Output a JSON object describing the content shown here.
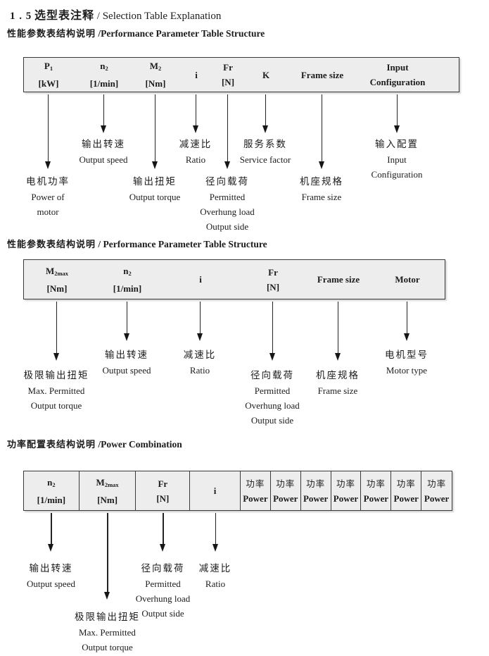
{
  "page": {
    "title": {
      "num": "1 . 5",
      "zh": "选型表注释",
      "sep": " / ",
      "en": "Selection Table Explanation"
    }
  },
  "colors": {
    "table_bg": "#ededed",
    "table_border": "#3a3a3a",
    "text": "#1c1c1c",
    "arrow": "#161616"
  },
  "diagrams": [
    {
      "heading": {
        "zh": "性能参数表结构说明",
        "sep": " /",
        "en": "Performance Parameter Table Structure"
      },
      "columns": [
        {
          "head": [
            {
              "t": "P",
              "sub": "1"
            },
            {
              "t": "[kW]"
            }
          ],
          "note": {
            "level": "long",
            "lines": [
              "电机功率",
              "Power of",
              "motor"
            ]
          }
        },
        {
          "head": [
            {
              "t": "n",
              "sub": "2"
            },
            {
              "t": "[1/min]"
            }
          ],
          "note": {
            "level": "short",
            "lines": [
              "输出转速",
              "Output speed"
            ]
          }
        },
        {
          "head": [
            {
              "t": "M",
              "sub": "2"
            },
            {
              "t": "[Nm]"
            }
          ],
          "note": {
            "level": "long",
            "lines": [
              "输出扭矩",
              "Output torque"
            ]
          }
        },
        {
          "head": [
            {
              "t": "i"
            }
          ],
          "note": {
            "level": "short",
            "lines": [
              "减速比",
              "Ratio"
            ]
          }
        },
        {
          "head": [
            {
              "t": "Fr"
            },
            {
              "t": "[N]"
            }
          ],
          "note": {
            "level": "long",
            "lines": [
              "径向载荷",
              "Permitted",
              "Overhung load",
              "Output side"
            ]
          }
        },
        {
          "head": [
            {
              "t": "K"
            }
          ],
          "note": {
            "level": "short",
            "lines": [
              "服务系数",
              "Service factor"
            ]
          }
        },
        {
          "head": [
            {
              "t": "Frame size"
            }
          ],
          "note": {
            "level": "long",
            "lines": [
              "机座规格",
              "Frame size"
            ]
          }
        },
        {
          "head": [
            {
              "t": "Input"
            },
            {
              "t": "Configuration"
            }
          ],
          "note": {
            "level": "short",
            "lines": [
              "输入配置",
              "Input",
              "Configuration"
            ]
          }
        }
      ]
    },
    {
      "heading": {
        "zh": "性能参数表结构说明",
        "sep": " / ",
        "en": "Performance Parameter Table Structure"
      },
      "columns": [
        {
          "head": [
            {
              "t": "M",
              "sub": "2max"
            },
            {
              "t": "[Nm]"
            }
          ],
          "note": {
            "level": "long",
            "lines": [
              "极限输出扭矩",
              "Max. Permitted",
              "Output torque"
            ]
          }
        },
        {
          "head": [
            {
              "t": "n",
              "sub": "2"
            },
            {
              "t": "[1/min]"
            }
          ],
          "note": {
            "level": "short",
            "lines": [
              "输出转速",
              "Output speed"
            ]
          }
        },
        {
          "head": [
            {
              "t": "i"
            }
          ],
          "note": {
            "level": "short",
            "lines": [
              "减速比",
              "Ratio"
            ]
          }
        },
        {
          "head": [
            {
              "t": "Fr"
            },
            {
              "t": "[N]"
            }
          ],
          "note": {
            "level": "long",
            "lines": [
              "径向载荷",
              "Permitted",
              "Overhung load",
              "Output side"
            ]
          }
        },
        {
          "head": [
            {
              "t": "Frame size"
            }
          ],
          "note": {
            "level": "long",
            "lines": [
              "机座规格",
              "Frame size"
            ]
          }
        },
        {
          "head": [
            {
              "t": "Motor"
            }
          ],
          "note": {
            "level": "short",
            "lines": [
              "电机型号",
              "Motor type"
            ]
          }
        }
      ]
    },
    {
      "heading": {
        "zh": "功率配置表结构说明",
        "sep": " /",
        "en": "Power Combination"
      },
      "columns": [
        {
          "head": [
            {
              "t": "n",
              "sub": "2"
            },
            {
              "t": "[1/min]"
            }
          ],
          "note": {
            "level": "short",
            "lines": [
              "输出转速",
              "Output speed"
            ]
          }
        },
        {
          "head": [
            {
              "t": "M",
              "sub": "2max"
            },
            {
              "t": "[Nm]"
            }
          ],
          "note": {
            "level": "long",
            "lines": [
              "极限输出扭矩",
              "Max. Permitted",
              "Output torque"
            ]
          }
        },
        {
          "head": [
            {
              "t": "Fr"
            },
            {
              "t": "[N]"
            }
          ],
          "note": {
            "level": "short",
            "lines": [
              "径向载荷",
              "Permitted",
              "Overhung load",
              "Output side"
            ]
          }
        },
        {
          "head": [
            {
              "t": "i"
            }
          ],
          "note": {
            "level": "short",
            "lines": [
              "减速比",
              "Ratio"
            ]
          }
        },
        {
          "head": [
            {
              "t": "功率"
            },
            {
              "t": "Power"
            }
          ]
        },
        {
          "head": [
            {
              "t": "功率"
            },
            {
              "t": "Power"
            }
          ]
        },
        {
          "head": [
            {
              "t": "功率"
            },
            {
              "t": "Power"
            }
          ]
        },
        {
          "head": [
            {
              "t": "功率"
            },
            {
              "t": "Power"
            }
          ]
        },
        {
          "head": [
            {
              "t": "功率"
            },
            {
              "t": "Power"
            }
          ]
        },
        {
          "head": [
            {
              "t": "功率"
            },
            {
              "t": "Power"
            }
          ]
        },
        {
          "head": [
            {
              "t": "功率"
            },
            {
              "t": "Power"
            }
          ]
        }
      ]
    }
  ]
}
